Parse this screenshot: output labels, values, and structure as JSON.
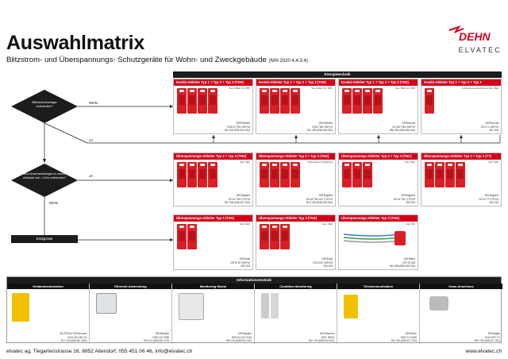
{
  "header": {
    "title": "Auswahlmatrix",
    "subtitle": "Blitzstrom- und Überspannungs- Schutzgeräte für Wohn- und Zweckgebäude",
    "norm": "(NIN 2020 4.4.3.4)",
    "logo_text": "DEHN",
    "logo_sub": "ELVATEC"
  },
  "energy": {
    "section_title": "Energietechnik",
    "row1": [
      {
        "title": "Kombi-Ableiter Typ 1 + Typ 2 + Typ 3 (TNS)",
        "tag": "Iimp: 100kA / Uc: 255V",
        "brand": "DEHNshield",
        "model": "DSH B TNS 255 FM",
        "code": "941 400 (838 454 000)"
      },
      {
        "title": "Kombi-Ableiter Typ 1 + Typ 2 + Typ 3 (TNS)",
        "tag": "Iimp: 100kA / Uc: 255V",
        "brand": "DEHNshield",
        "model": "DSH TNS 255 FM",
        "code": "941 405 (838 455 050)"
      },
      {
        "title": "Kombi-Ableiter Typ 1 + Typ 2 + Typ 3 (TNS)",
        "tag": "Iimp: 75kA / Uc: 255V",
        "brand": "DEHNventil",
        "model": "DV M2 TNS 255 FM",
        "code": "956 405 (838 456 340)"
      },
      {
        "title": "Kombi-Ableiter Typ 1 + Typ 2 + Typ 3",
        "tag": "keine externe Vorsicherung / Iimp: 25kA",
        "brand": "DEHNventil",
        "model": "DVCI 1 255 FM",
        "code": "961 205"
      }
    ],
    "row2": [
      {
        "title": "Überspannungs-Ableiter Typ 2 + Typ 3 (TNS)",
        "tag": "Imax: 40kA",
        "brand": "DEHNguard",
        "model": "DG M TNS 275 FM",
        "code": "952 405 (838 427 150)"
      },
      {
        "title": "Überspannungs-Ableiter Typ 2 + Typ 3 (TNS)",
        "tag": "keine externe Vorsicherung",
        "brand": "DEHNguard",
        "model": "DG M TNS ACI 275 FM",
        "code": "95 3 400 (838 428 000)"
      },
      {
        "title": "Überspannungs-Ableiter Typ 2 + Typ 3 (TNC)",
        "tag": "Imax: 40kA",
        "brand": "DEHNguard",
        "model": "DG M TNC 275 FM",
        "code": "952 305"
      },
      {
        "title": "Überspannungs-Ableiter Typ 2 + Typ 3 (TT)",
        "tag": "Imax: 40kA",
        "brand": "DEHNguard",
        "model": "DG M TT 275 FM",
        "code": "952 310"
      }
    ],
    "row3": [
      {
        "title": "Überspannungs-Ableiter Typ 3 (TNS)",
        "tag": "Imax: 10kA",
        "brand": "DEHNrail",
        "model": "DR M 2P 255 FM",
        "code": "953 205"
      },
      {
        "title": "Überspannungs-Ableiter Typ 3 (TNS)",
        "tag": "Imax: 10kA",
        "brand": "DEHNrail",
        "model": "DR M 4P 255 FM",
        "code": "953 405"
      },
      {
        "title": "Überspannungs-Ableiter Typ 3 (TNS)",
        "tag": "Imax: 5kA",
        "brand": "DEHNflex",
        "model": "DFL M 255",
        "code": "924 396 (838 450 010)"
      }
    ]
  },
  "flow": {
    "q1": "Blitzschutzanlage vorhanden?",
    "q2": "Sind Unterverteilungen in einem Abstand von > 10m vorhanden?",
    "nein": "NEIN",
    "ja": "JA",
    "end": "Endgeräte"
  },
  "info": {
    "section_title": "Informationstechnik",
    "cols": [
      {
        "title": "Gebäudeautomation",
        "brand": "BLITZDUCTORconnect",
        "model": "BCO ML2 BE 24",
        "code": "927 224 (838 451 150)"
      },
      {
        "title": "Ethernet-Anwendung",
        "brand": "DEHNpatch",
        "model": "DPA CLE IP66",
        "code": "929 211 (838 451 070)"
      },
      {
        "title": "Monitoring Modul",
        "brand": "DEHNpatch",
        "model": "DPA M CLE RJ45",
        "code": "929 100 (838 000 130)"
      },
      {
        "title": "Condition Monitoring",
        "brand": "DEHNrecord",
        "model": "DRC IRCM",
        "code": "910 710 (838 910 000)"
      },
      {
        "title": "Telekommunikation",
        "brand": "DEHNbox",
        "model": "DBX TC B180",
        "code": "922 210 (838 427 130)"
      },
      {
        "title": "Koax-Anschluss",
        "brand": "DEHNgate",
        "model": "DGA GFF TV",
        "code": "909 705 (838 427 160)"
      }
    ]
  },
  "footer": {
    "address": "elvatec ag, Tiegartenstrasse 16, 8852 Altendorf, 055 451 06 46, info@elvatec.ch",
    "web": "www.elvatec.ch"
  }
}
